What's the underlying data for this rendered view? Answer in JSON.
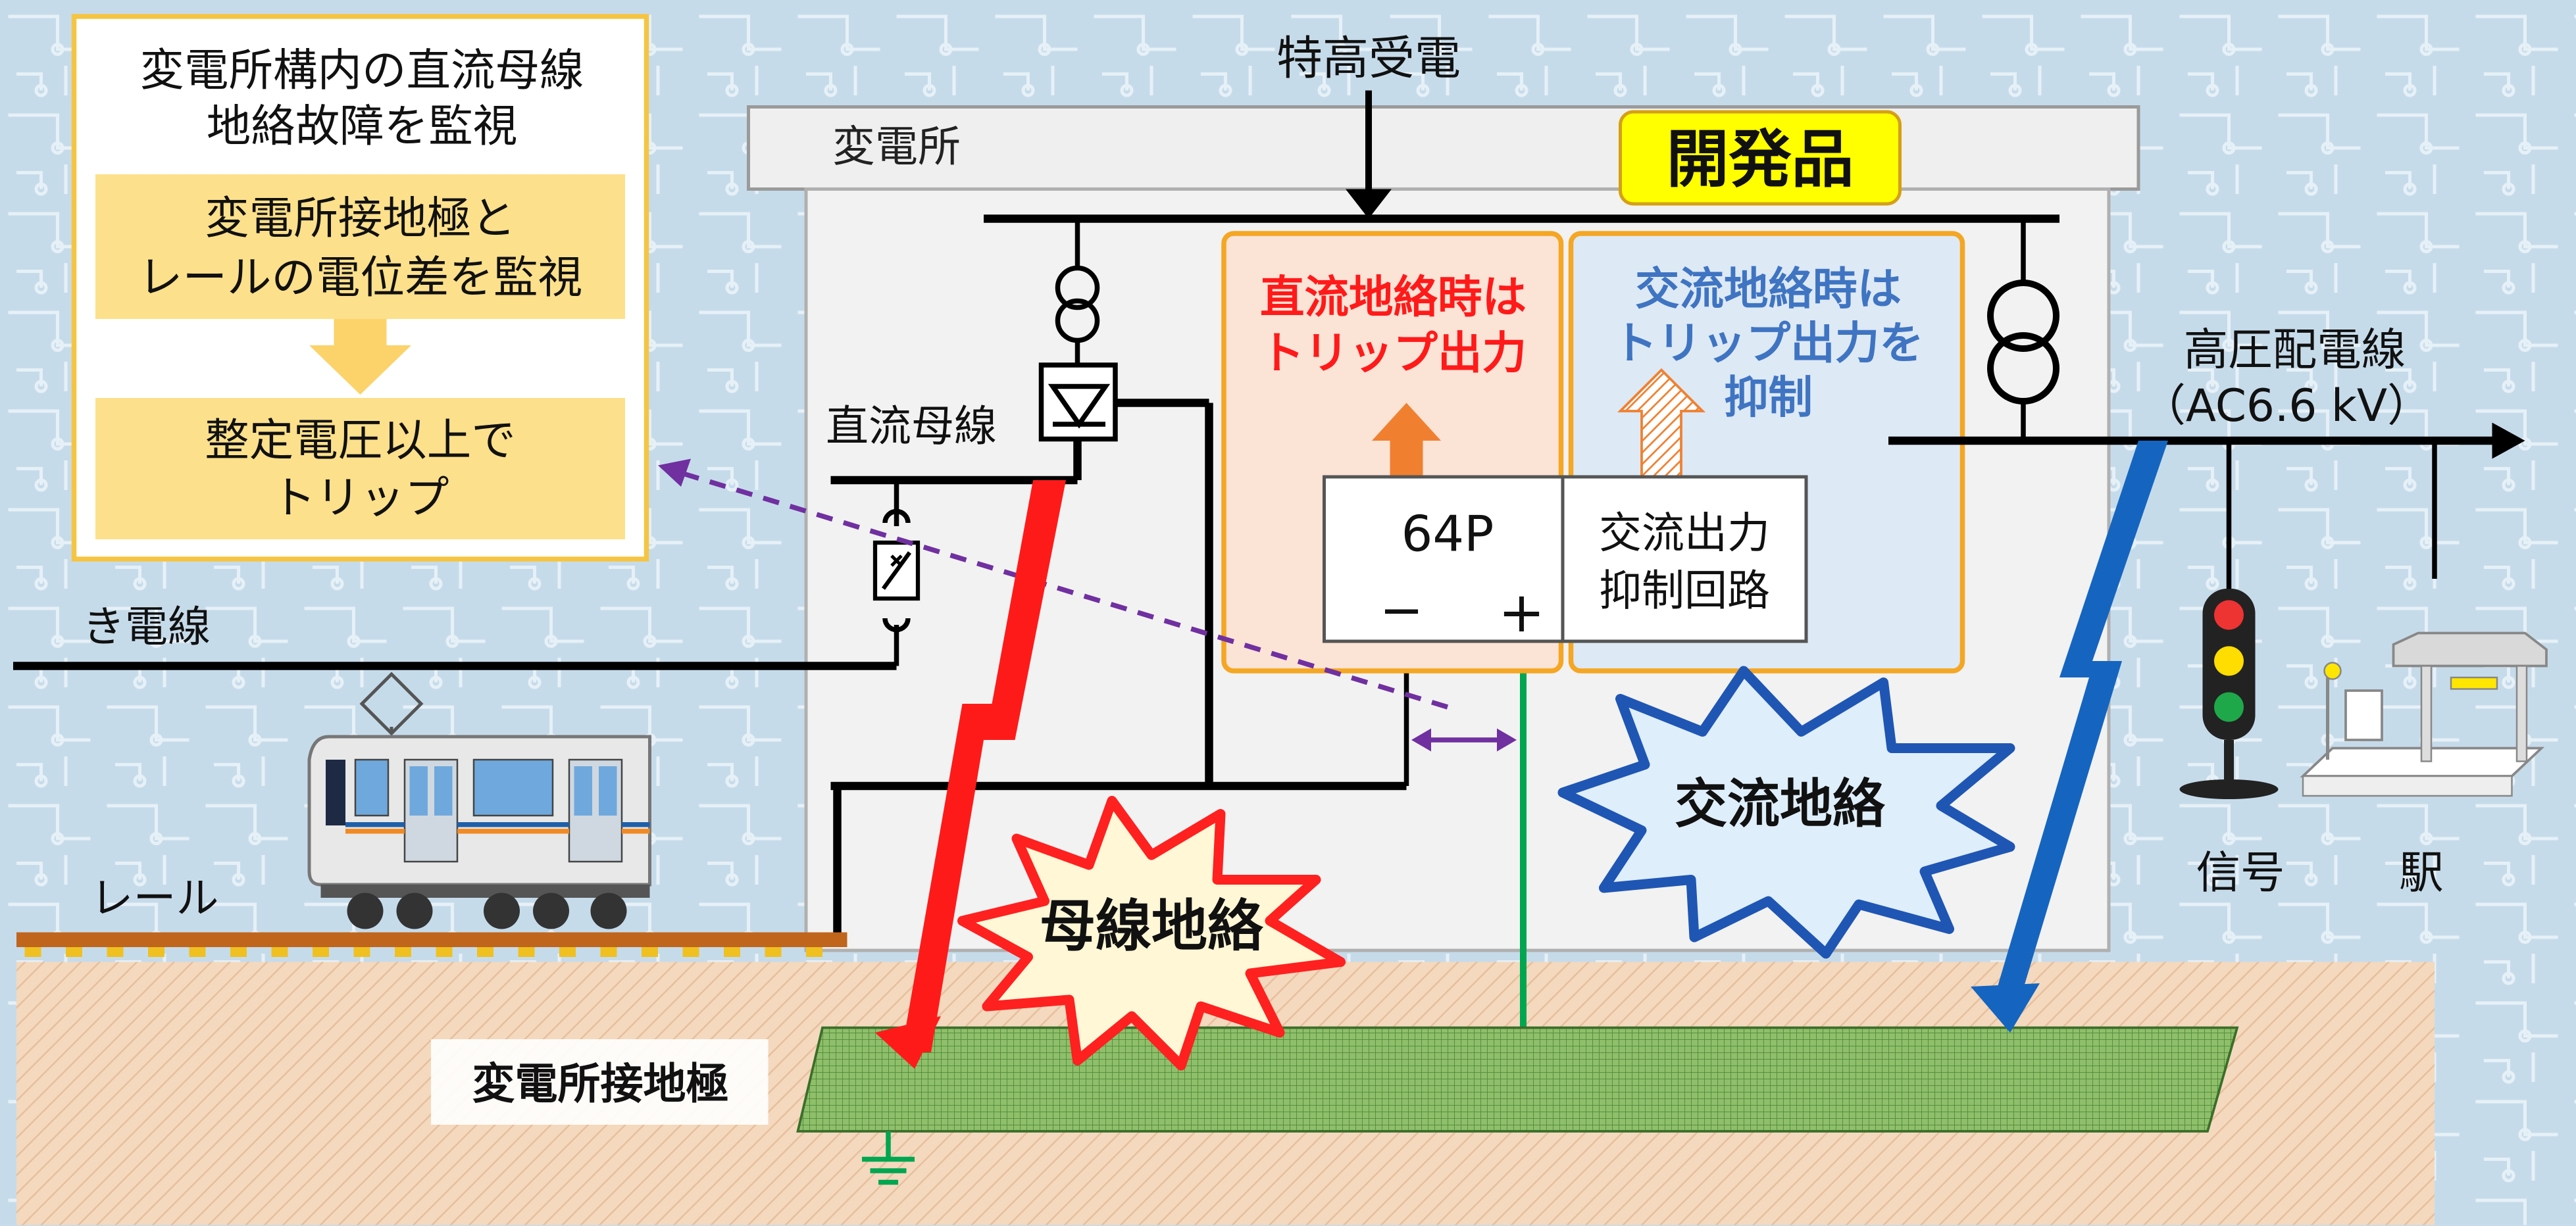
{
  "info_box": {
    "title_line1": "変電所構内の直流母線",
    "title_line2": "地絡故障を監視",
    "step1_line1": "変電所接地極と",
    "step1_line2": "レールの電位差を監視",
    "step2_line1": "整定電圧以上で",
    "step2_line2": "トリップ"
  },
  "labels": {
    "incoming": "特高受電",
    "substation": "変電所",
    "dev_product": "開発品",
    "dc_bus": "直流母線",
    "feeder": "き電線",
    "rail": "レール",
    "hv_line1": "高圧配電線",
    "hv_line2": "（AC6.6 kV）",
    "signal": "信号",
    "station": "駅",
    "ground_electrode": "変電所接地極"
  },
  "relay": {
    "name": "64P",
    "minus": "−",
    "plus": "+",
    "suppress_line1": "交流出力",
    "suppress_line2": "抑制回路"
  },
  "notes": {
    "dc_trip_line1": "直流地絡時は",
    "dc_trip_line2": "トリップ出力",
    "ac_suppress_line1": "交流地絡時は",
    "ac_suppress_line2": "トリップ出力を",
    "ac_suppress_line3": "抑制"
  },
  "faults": {
    "bus_fault": "母線地絡",
    "ac_fault": "交流地絡"
  },
  "colors": {
    "dc_fault": "#ff1a1a",
    "ac_fault": "#1565c0",
    "relay_link": "#7030a0",
    "ground_wire": "#00a650",
    "accent_yellow": "#ffff00",
    "orange_border": "#f5a623",
    "ground_soil": "#f3d8bd",
    "electrode": "#8fbf6a"
  }
}
